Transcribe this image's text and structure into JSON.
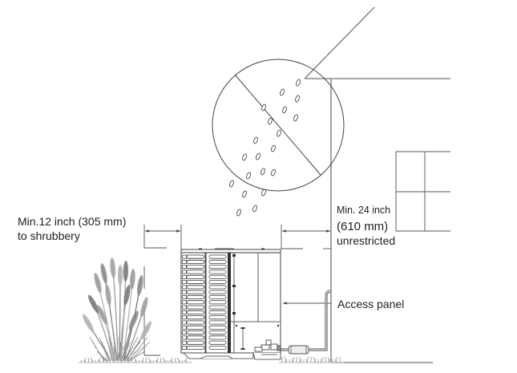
{
  "diagram": {
    "title": "Outdoor unit clearance requirements",
    "labels": {
      "shrubbery_clearance_line1": "Min.12 inch (305 mm)",
      "shrubbery_clearance_line2": "to shrubbery",
      "wall_clearance_line1": "Min. 24 inch",
      "wall_clearance_line2": "(610 mm)",
      "wall_clearance_line3": "unrestricted",
      "access_panel": "Access panel"
    },
    "icons": {
      "prohibition": "no-roof-water-runoff-icon",
      "unit": "outdoor-condenser-unit",
      "shrub": "ornamental-grass-shrub"
    },
    "colors": {
      "line": "#444444",
      "wall": "#8c8c8c",
      "grass": "#9a9a9a",
      "text": "#222222"
    }
  }
}
